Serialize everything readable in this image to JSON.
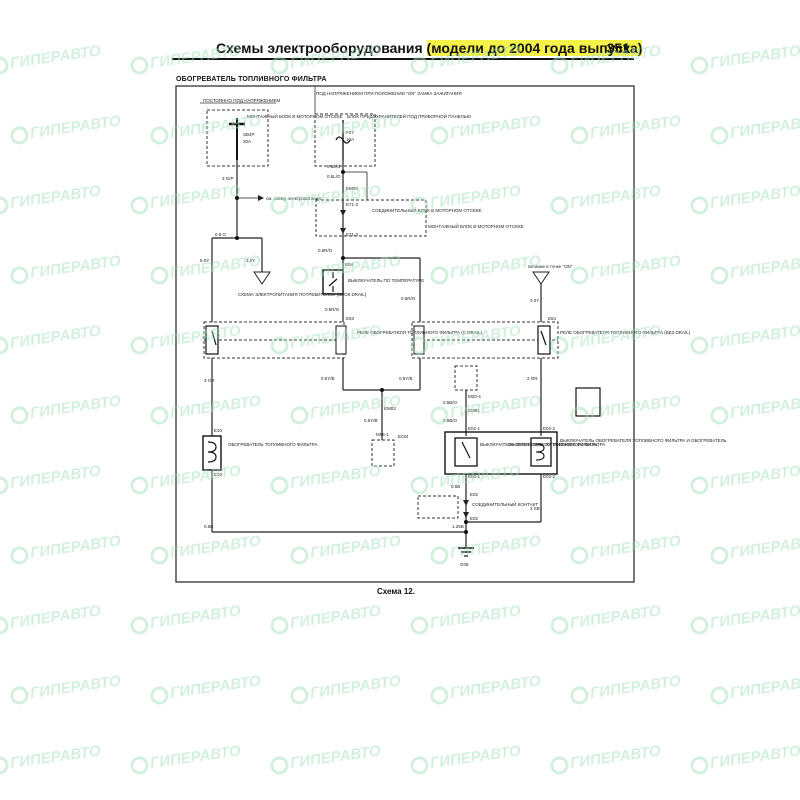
{
  "header": {
    "title_main": "Схемы электрооборудования ",
    "title_highlight": "(модели до 2004 года выпуска)",
    "page_number": "351"
  },
  "diagram": {
    "title": "ОБОГРЕВАТЕЛЬ ТОПЛИВНОГО ФИЛЬТРА",
    "caption": "Схема 12.",
    "labels": {
      "fuse_box_left": "ПОСТОЯННО ПОД НАПРЯЖЕНИЕМ",
      "fuse_left_desc": "МОНТАЖНЫЙ БЛОК В МОТОРНОМ ОТСЕКЕ",
      "fuse_left_id": "SB4P",
      "fuse_left_rating": "30A",
      "fuse_right_top": "ПОД НАПРЯЖЕНИЕМ ПРИ ПОЛОЖЕНИИ \"ON\" ЗАМКА ЗАЖИГАНИЯ",
      "fuse_right_desc": "БЛОК ПРЕДОХРАНИТЕЛЕЙ ПОД ПРИБОРНОЙ ПАНЕЛЬЮ",
      "fuse_right_id": "F27",
      "fuse_right_rating": "10A",
      "w_3gp": "3 G/P",
      "w_05lo": "0.5L/O",
      "w_05lo_b": "0.5L/O",
      "c_em03": "EM03",
      "c_e71_2": "E71-2",
      "c_e71_3": "E71-3",
      "connector_desc": "СОЕДИНИТЕЛЬНЫЙ БЛОК В МОТОРНОМ ОТСЕКЕ",
      "connector_desc2": "МОНТАЖНЫЙ БЛОК В МОТОРНОМ ОТСЕКЕ",
      "note_dist": "см. схему электропитания",
      "w_05g": "0.5 G",
      "w_5gy": "5.0Y",
      "w_3gy": "3.0Y",
      "ground_note": "СХЕМА ЭЛЕКТРОПИТАНИЯ ПОТРЕБИТЕЛЕЙ (БЛОК DRAIL)",
      "c_e04": "E04",
      "temp_switch": "ВЫКЛЮЧАТЕЛЬ ПО ТЕМПЕРАТУРЕ",
      "w_05rl": "0.5R/O",
      "w_05rl2": "0.5R/O",
      "w_05rg": "0.5R/G",
      "c_e63": "E63",
      "relay_desc": "РЕЛЕ ОБОГРЕВАТЕЛЯ ТОПЛИВНОГО ФИЛЬТРА (С DRAIL)",
      "c_e64": "E64",
      "relay_desc2": "РЕЛЕ ОБОГРЕВАТЕЛЯ ТОПЛИВНОГО ФИЛЬТРА (БЕЗ DRAIL)",
      "ref_note": "питание в точке \"ON\"",
      "w_30y": "3.0Y",
      "w_3or": "3 OR",
      "w_05yb": "0.5Y/B",
      "w_05yb2": "0.5Y/B",
      "w_2or": "2 OR",
      "c_m20": "M20-4",
      "w_05bo": "0.5B/O",
      "c_em01": "EM01",
      "w_05bo2": "0.5B/O",
      "c_e02_1": "E02-1",
      "c_e02_2": "E02-2",
      "c_em03b": "EM03",
      "w_05yb3": "0.5Y/B",
      "c_m56": "M56-1",
      "ecm": "ECM",
      "c_e10": "E10",
      "heater_left": "ОБОГРЕВАТЕЛЬ ТОПЛИВНОГО ФИЛЬТРА",
      "switch_box": "ВЫКЛЮЧАТЕЛЬ ОБОГРЕВАТЕЛЯ ТОПЛИВНОГО ФИЛЬТРА",
      "heater_box": "ОБОГРЕВАТЕЛЬ ТОПЛИВНОГО ФИЛЬТРА",
      "heater_sw_desc": "ВЫКЛЮЧАТЕЛЬ ОБОГРЕВАТЕЛЯ ТОПЛИВНОГО ФИЛЬТРА И ОБОГРЕВАТЕЛЬ",
      "c_e10b": "E10",
      "c_e02_1b": "E02-1",
      "c_e02_2b": "E02-2",
      "w_05b": "0.5B",
      "c_e02": "E02",
      "conn_small": "СОЕДИНИТЕЛЬНЫЙ КОНТАКТ",
      "w_05b2": "0.5B",
      "w_2sb": "2 SB",
      "w_125b": "1.25B",
      "c_e02b": "E02",
      "gnd": "G06"
    }
  },
  "watermark": {
    "text": "ГИПЕРАВТО"
  }
}
